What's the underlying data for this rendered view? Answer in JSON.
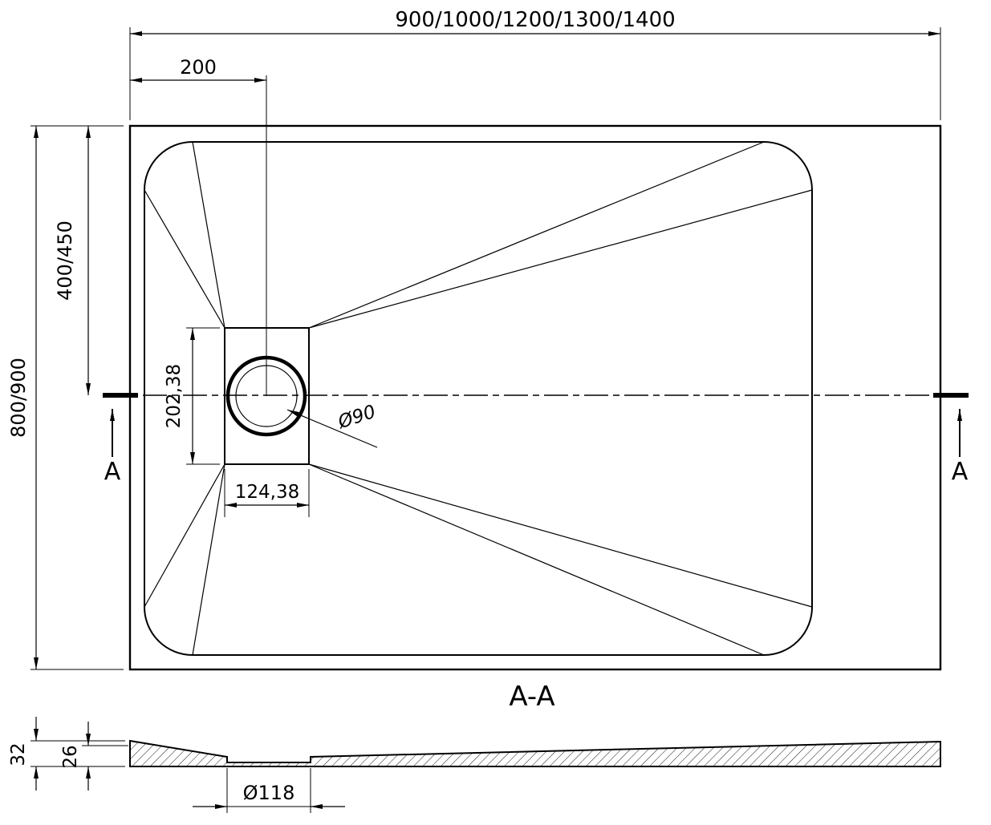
{
  "drawing": {
    "colors": {
      "line": "#000000",
      "background": "#ffffff"
    },
    "top_view": {
      "width_dim": "900/1000/1200/1300/1400",
      "drain_offset_dim": "200",
      "depth_dim": "800/900",
      "drain_center_dim": "400/450",
      "drain_plate_height_dim": "202,38",
      "drain_plate_width_dim": "124,38",
      "drain_diameter_label": "Ø90",
      "section_letter_left": "A",
      "section_letter_right": "A"
    },
    "section_view": {
      "title": "A-A",
      "total_height_dim": "32",
      "inner_depth_dim": "26",
      "drain_hole_dim": "Ø118"
    }
  }
}
